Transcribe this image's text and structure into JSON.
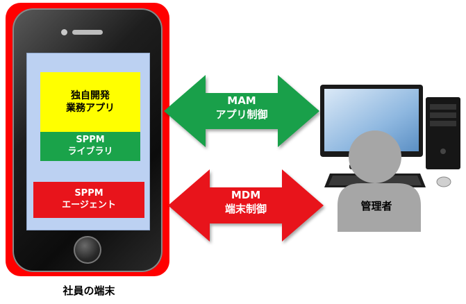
{
  "phone": {
    "caption": "社員の端末",
    "app_box": {
      "line1": "独自開発",
      "line2": "業務アプリ",
      "color": "#ffff00"
    },
    "library_box": {
      "line1": "SPPM",
      "line2": "ライブラリ",
      "color": "#1aa34a"
    },
    "agent_box": {
      "line1": "SPPM",
      "line2": "エージェント",
      "color": "#e8141b"
    },
    "frame_color": "#ff0000",
    "screen_color": "#bcd1f2"
  },
  "arrows": {
    "mam": {
      "line1": "MAM",
      "line2": "アプリ制御",
      "color": "#19a04a"
    },
    "mdm": {
      "line1": "MDM",
      "line2": "端末制御",
      "color": "#e8141b"
    }
  },
  "admin": {
    "label": "管理者",
    "person_color": "#a6a6a6"
  },
  "computer": {
    "icon": "desktop-computer-icon"
  }
}
